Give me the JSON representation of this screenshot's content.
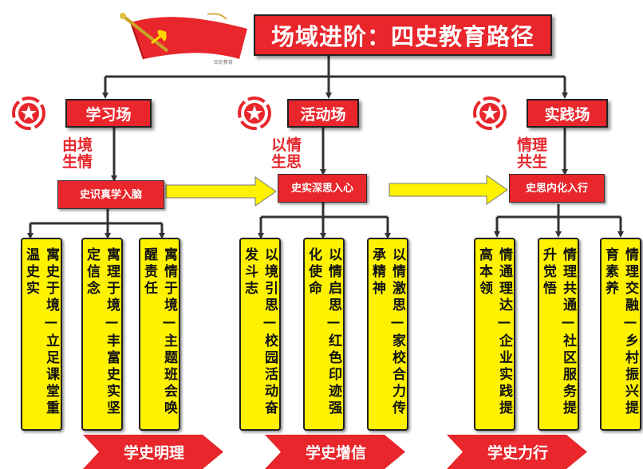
{
  "title": "场域进阶：四史教育路径",
  "flag_caption": "四史教育",
  "columns": [
    {
      "field": "学习场",
      "label_line1": "由境",
      "label_line2": "生情",
      "sub": "史识真学入脑",
      "leaves": [
        "寓史于境—立足课堂重温史实",
        "寓理于境—丰富史实坚定信念",
        "寓情于境—主题班会唤醒责任"
      ],
      "banner": "学史明理"
    },
    {
      "field": "活动场",
      "label_line1": "以情",
      "label_line2": "生思",
      "sub": "史实深思入心",
      "leaves": [
        "以境引思—校园活动奋发斗志",
        "以情启思—红色印迹强化使命",
        "以情激思—家校合力传承精神"
      ],
      "banner": "学史增信"
    },
    {
      "field": "实践场",
      "label_line1": "情理",
      "label_line2": "共生",
      "sub": "史思内化入行",
      "leaves": [
        "情通理达—企业实践提高本领",
        "情理共通—社区服务提升觉悟",
        "情理交融—乡村振兴提育素养"
      ],
      "banner": "学史力行"
    }
  ],
  "colors": {
    "red": "#e8262b",
    "yellow": "#fff200",
    "line": "#333333"
  }
}
